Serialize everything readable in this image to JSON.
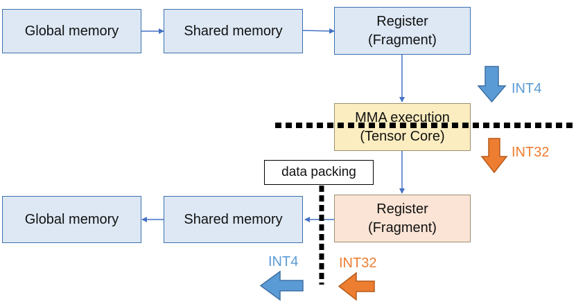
{
  "top_row": {
    "global_memory": "Global memory",
    "shared_memory": "Shared memory",
    "register_line1": "Register",
    "register_line2": "(Fragment)"
  },
  "mma": {
    "line1": "MMA execution",
    "line2": "(Tensor Core)"
  },
  "bottom_row": {
    "global_memory": "Global memory",
    "shared_memory": "Shared memory",
    "register_line1": "Register",
    "register_line2": "(Fragment)"
  },
  "data_packing": "data packing",
  "labels": {
    "int4_top": "INT4",
    "int32_top": "INT32",
    "int4_bottom": "INT4",
    "int32_bottom": "INT32"
  },
  "colors": {
    "blue_label": "#5b9bd5",
    "orange_label": "#ed7d31",
    "connector": "#4472c4"
  }
}
